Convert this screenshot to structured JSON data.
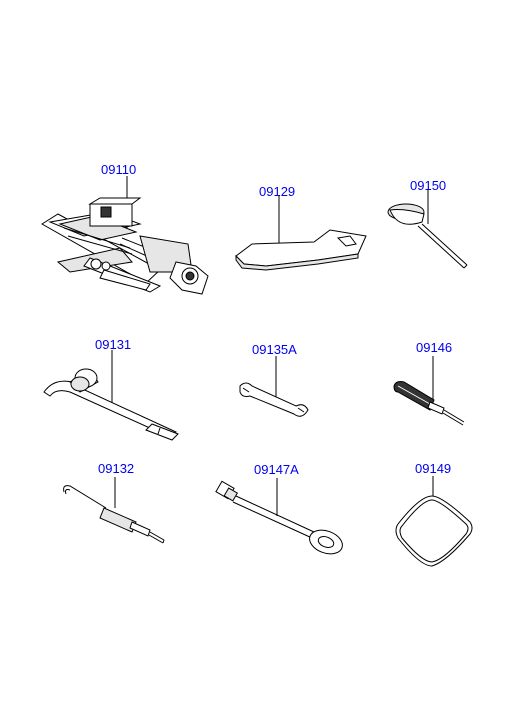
{
  "colors": {
    "label": "#0000ee",
    "line": "#000000",
    "background": "#ffffff"
  },
  "parts": [
    {
      "number": "09110",
      "icon": "scissor-jack-icon"
    },
    {
      "number": "09129",
      "icon": "plate-icon"
    },
    {
      "number": "09150",
      "icon": "hook-tool-icon"
    },
    {
      "number": "09131",
      "icon": "lug-wrench-icon"
    },
    {
      "number": "09135A",
      "icon": "open-end-wrench-icon"
    },
    {
      "number": "09146",
      "icon": "screwdriver-icon"
    },
    {
      "number": "09132",
      "icon": "hook-rod-icon"
    },
    {
      "number": "09147A",
      "icon": "tow-hook-icon"
    },
    {
      "number": "09149",
      "icon": "elastic-band-icon"
    }
  ]
}
